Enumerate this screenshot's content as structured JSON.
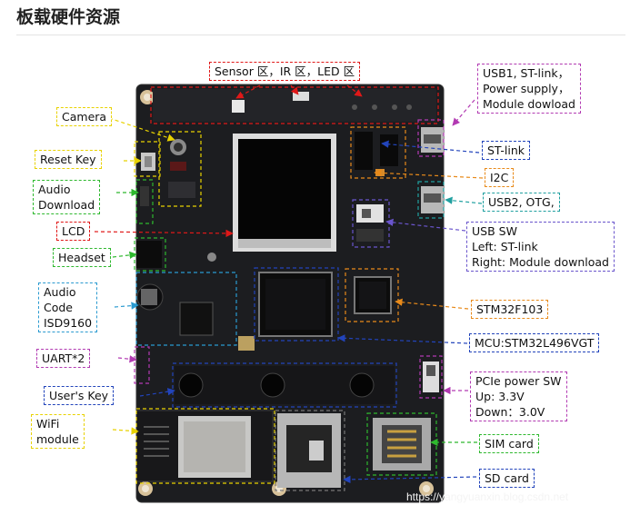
{
  "title": "板载硬件资源",
  "watermark": "https://yangyuanxin.blog.csdn.net",
  "colors": {
    "board": "#1c1d20",
    "yellow": "#e8d200",
    "green": "#2eb82e",
    "red": "#e01818",
    "blue": "#2244bb",
    "magenta": "#b23ab2",
    "orange": "#e88a1a",
    "gray": "#777777",
    "cyan": "#2a9ad0",
    "purple": "#6a55cc",
    "teal": "#20a0a0"
  },
  "labels": {
    "sensor": {
      "lines": [
        "Sensor 区，IR 区，LED 区"
      ]
    },
    "camera": {
      "lines": [
        "Camera"
      ]
    },
    "reset": {
      "lines": [
        "Reset Key"
      ]
    },
    "audio_dl": {
      "lines": [
        "Audio",
        "Download"
      ]
    },
    "lcd": {
      "lines": [
        "LCD"
      ]
    },
    "headset": {
      "lines": [
        "Headset"
      ]
    },
    "audio_code": {
      "lines": [
        "Audio",
        "Code",
        "ISD9160"
      ]
    },
    "uart": {
      "lines": [
        "UART*2"
      ]
    },
    "userkey": {
      "lines": [
        "User's Key"
      ]
    },
    "wifi": {
      "lines": [
        "WiFi",
        "module"
      ]
    },
    "usb1": {
      "lines": [
        "USB1, ST-link，",
        "Power supply，",
        "Module dowload"
      ]
    },
    "stlink": {
      "lines": [
        "ST-link"
      ]
    },
    "i2c": {
      "lines": [
        "I2C"
      ]
    },
    "usb2": {
      "lines": [
        "USB2, OTG,"
      ]
    },
    "usbsw": {
      "lines": [
        "USB SW",
        "Left: ST-link",
        "Right: Module download"
      ]
    },
    "stm32f103": {
      "lines": [
        "STM32F103"
      ]
    },
    "mcu": {
      "lines": [
        "MCU:STM32L496VGT"
      ]
    },
    "pcie": {
      "lines": [
        "PCIe power SW",
        "Up:   3.3V",
        "Down：3.0V"
      ]
    },
    "simcard": {
      "lines": [
        "SIM card"
      ]
    },
    "sdcard": {
      "lines": [
        "SD card"
      ]
    }
  }
}
